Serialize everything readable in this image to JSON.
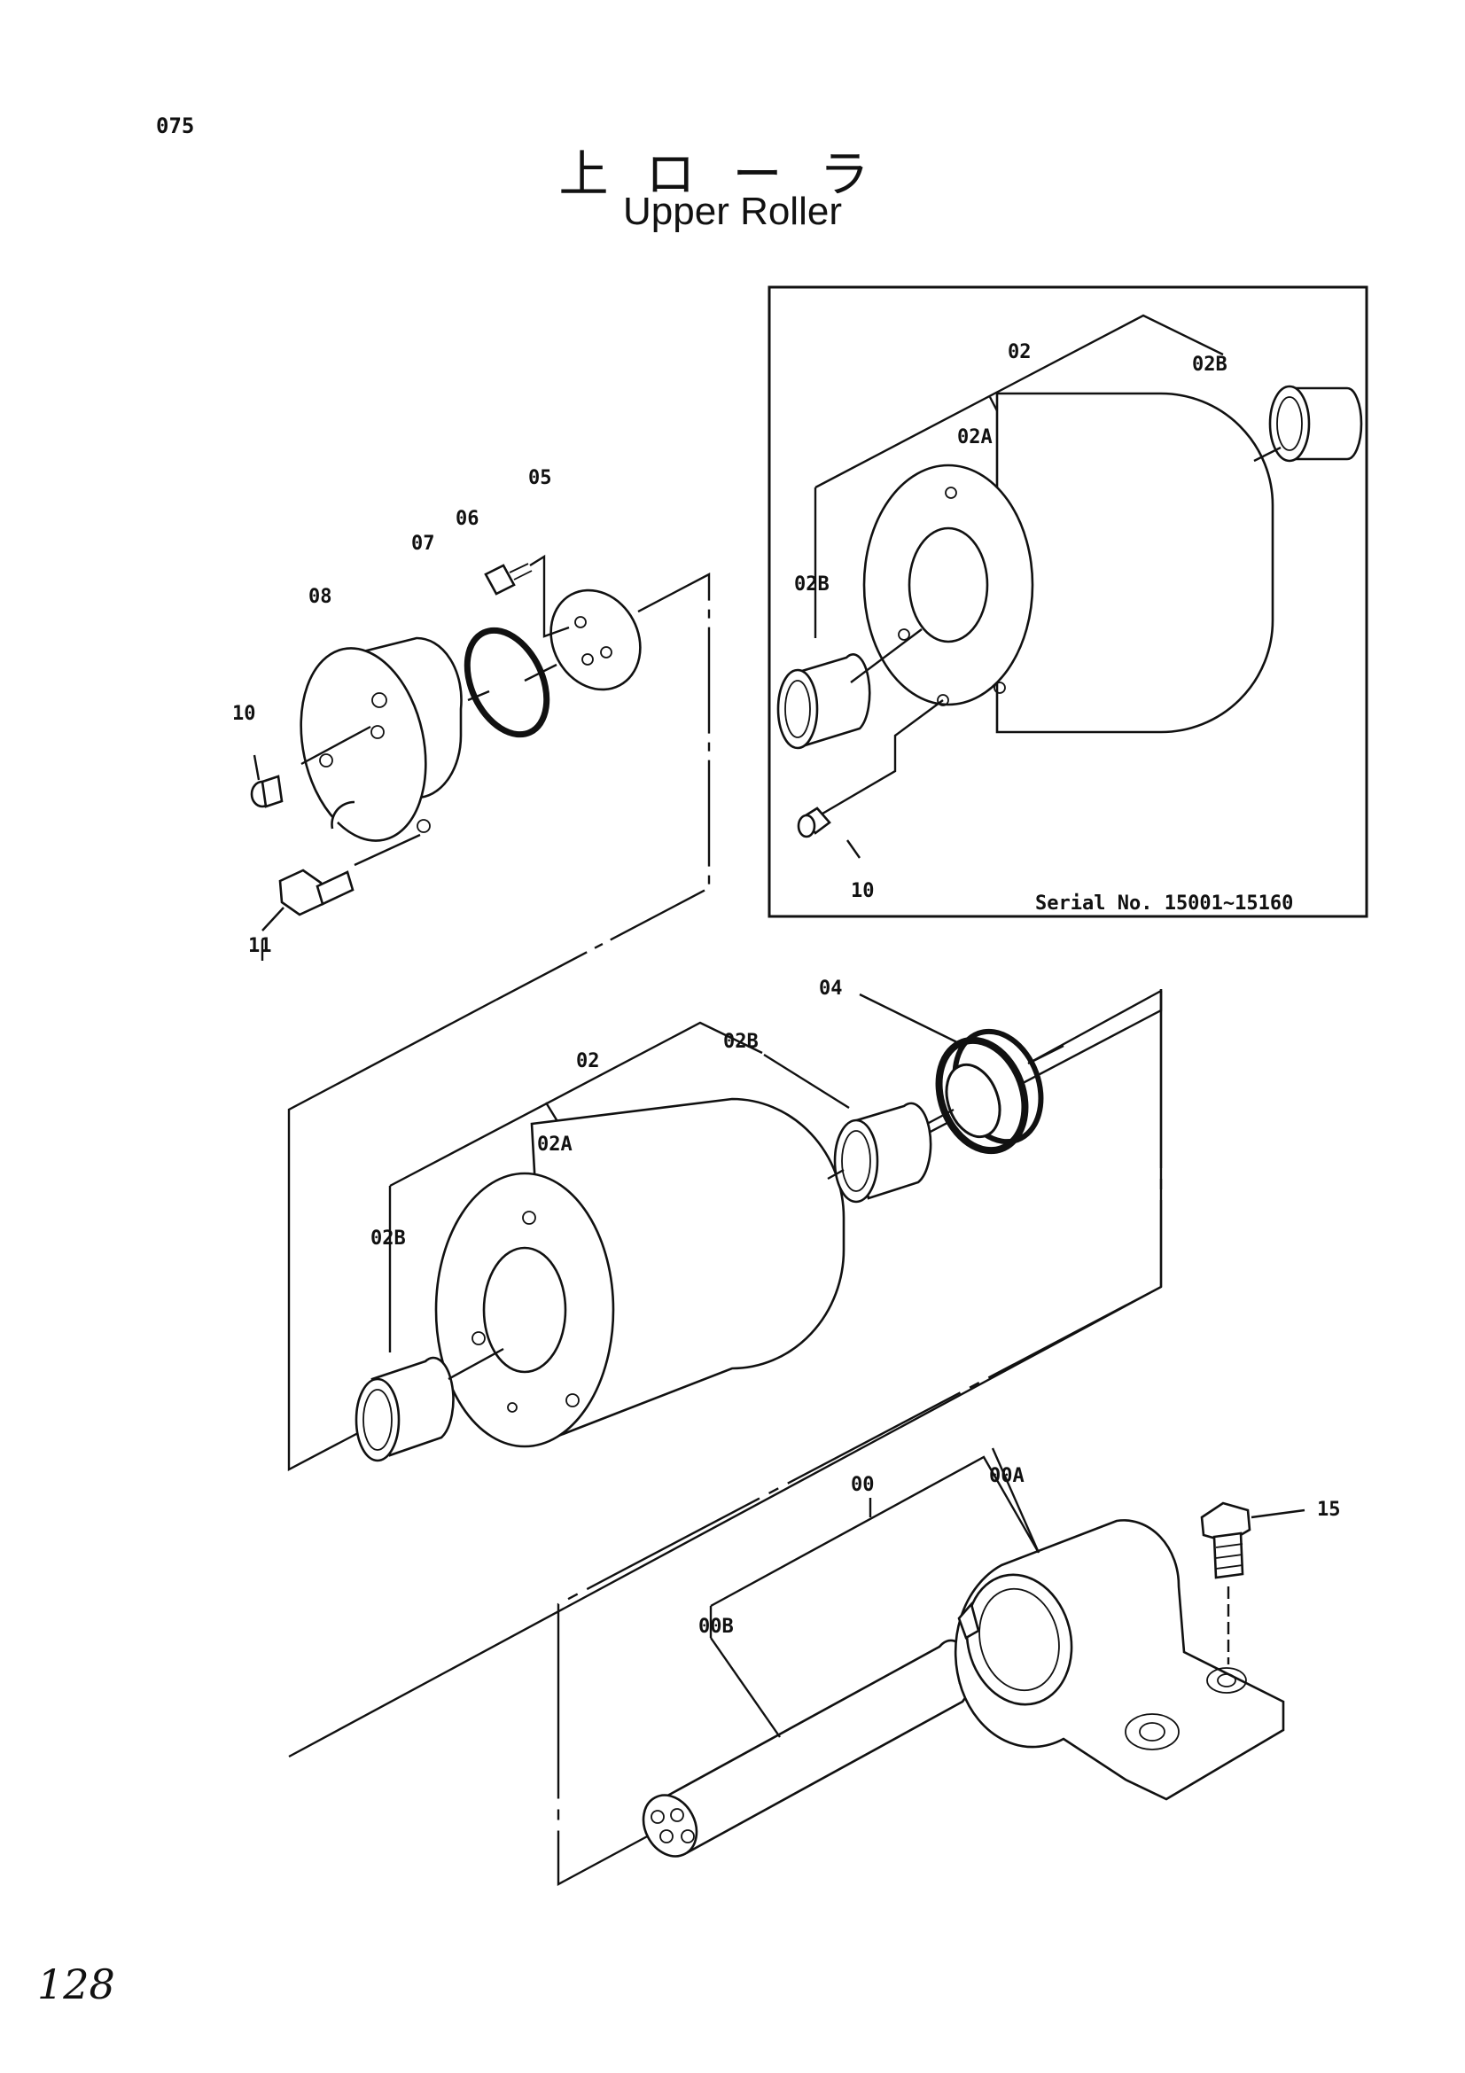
{
  "page": {
    "number": "075",
    "title_jp": "上ローラ",
    "title_en": "Upper Roller",
    "handwritten_page": "128"
  },
  "inset": {
    "serial": "Serial No. 15001~15160",
    "labels": {
      "p02": "02",
      "p02B_right": "02B",
      "p02A": "02A",
      "p02B_left": "02B",
      "p10": "10"
    }
  },
  "upper_assembly": {
    "labels": {
      "p05": "05",
      "p06": "06",
      "p07": "07",
      "p08": "08",
      "p10": "10",
      "p11": "11"
    }
  },
  "middle_assembly": {
    "labels": {
      "p04": "04",
      "p02": "02",
      "p02B_right": "02B",
      "p02A": "02A",
      "p02B_left": "02B"
    }
  },
  "lower_assembly": {
    "labels": {
      "p00": "00",
      "p00A": "00A",
      "p00B": "00B",
      "p15": "15"
    }
  }
}
